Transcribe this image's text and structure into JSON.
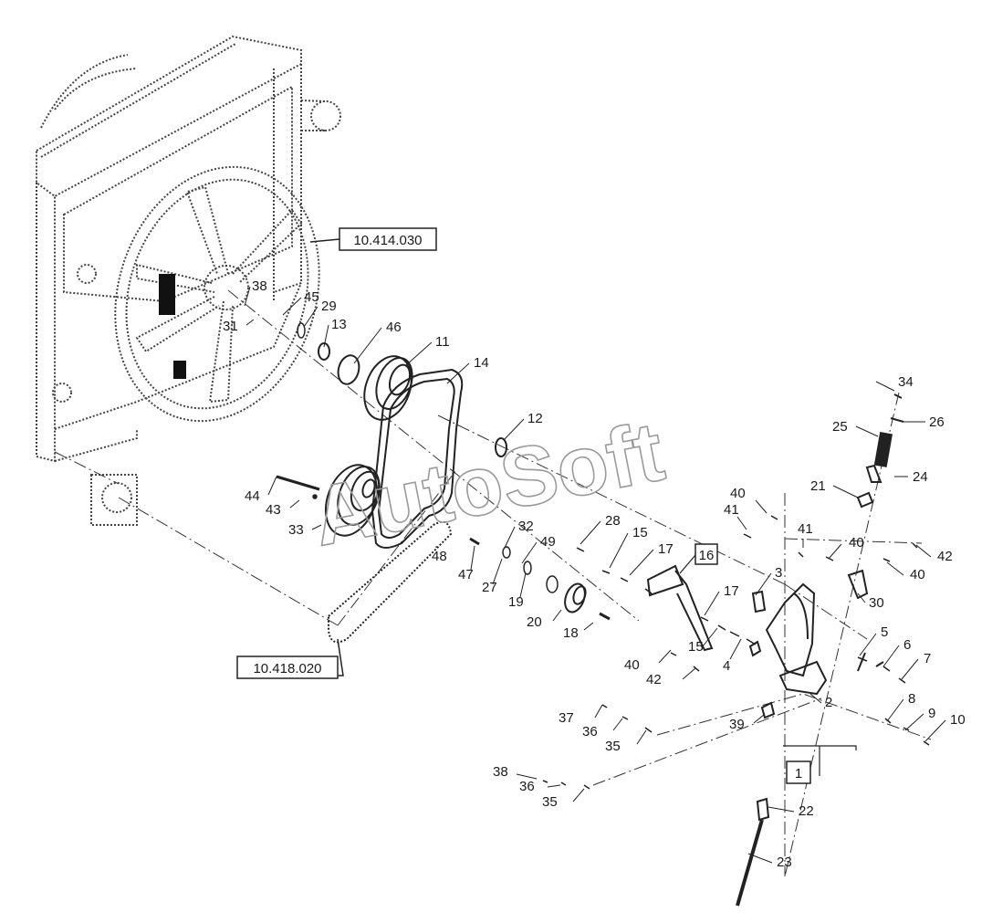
{
  "watermark": "AutoSoft",
  "reference_boxes": [
    {
      "id": "ref-fan-assembly",
      "label": "10.414.030"
    },
    {
      "id": "ref-belt-drive",
      "label": "10.418.020"
    }
  ],
  "boxed_part_labels": [
    "16",
    "1"
  ],
  "part_labels": [
    "34",
    "26",
    "25",
    "24",
    "21",
    "14",
    "12",
    "11",
    "46",
    "13",
    "29",
    "45",
    "38",
    "31",
    "44",
    "43",
    "33",
    "48",
    "32",
    "49",
    "47",
    "27",
    "19",
    "20",
    "18",
    "28",
    "15",
    "17",
    "3",
    "41",
    "40",
    "41",
    "40",
    "42",
    "40",
    "30",
    "17",
    "15",
    "4",
    "40",
    "42",
    "5",
    "6",
    "7",
    "2",
    "37",
    "36",
    "35",
    "39",
    "8",
    "9",
    "10",
    "38",
    "36",
    "35",
    "22",
    "23"
  ],
  "colors": {
    "line": "#2a2a2a",
    "dotted": "#555555",
    "watermark": "#9a9a9a"
  }
}
